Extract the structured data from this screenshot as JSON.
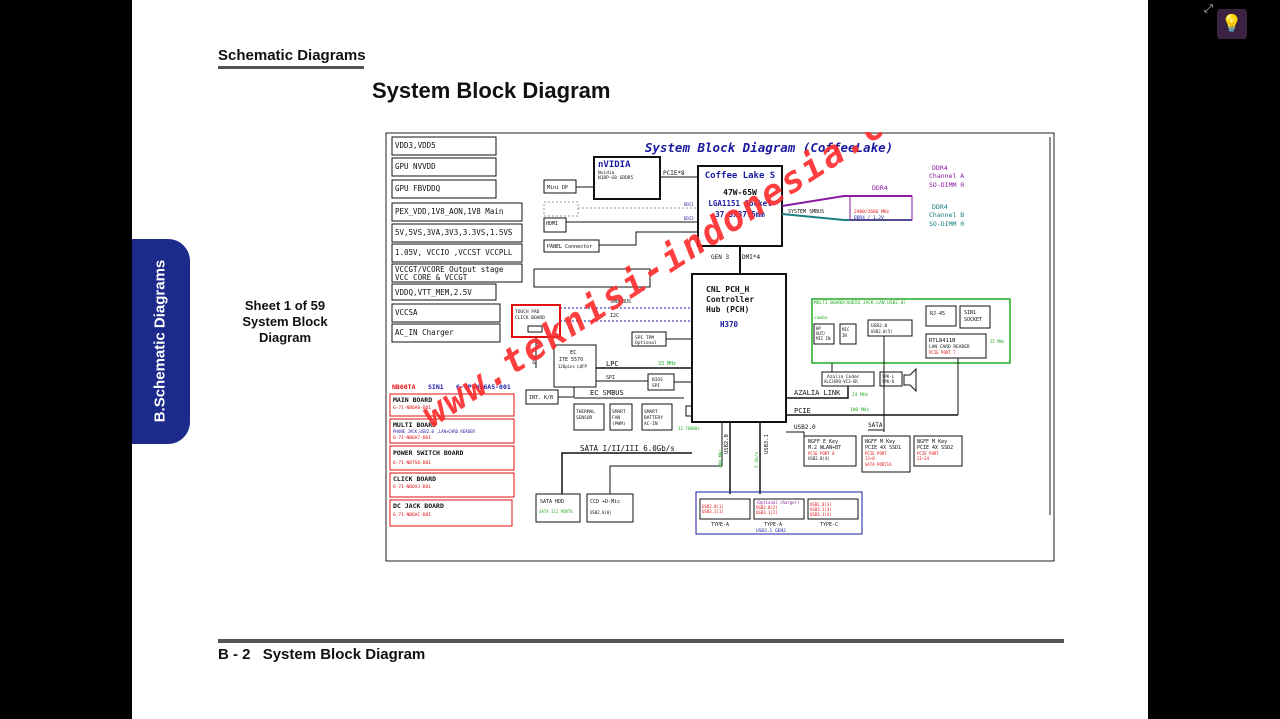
{
  "header": {
    "section": "Schematic  Diagrams",
    "title": "System Block Diagram"
  },
  "side_tab": {
    "label": "B.Schematic Diagrams"
  },
  "sheet_label": {
    "line1": "Sheet 1 of 59",
    "line2": "System Block",
    "line3": "Diagram"
  },
  "footer": {
    "page": "B - 2",
    "title": "System Block Diagram"
  },
  "toolbar": {
    "expand_icon": "expand-icon",
    "bulb_icon": "lightbulb-icon"
  },
  "diagram": {
    "title": "System Block Diagram (CoffeeLake)",
    "watermark": "www.teknisi-indonesia.com",
    "power_rails": [
      "VDD3,VDD5",
      "GPU NVVDD",
      "GPU FBVDDQ",
      "PEX_VDD,1V8_AON,1V8 Main",
      "5V,5VS,3VA,3V3,3.3VS,1.5VS",
      "1.05V, VCCIO ,VCCST VCCPLL",
      "VCCGT/VCORE Output stage",
      "VCC_CORE & VCCGT",
      "VDDQ,VTT_MEM,2.5V",
      "VCCSA",
      "AC_IN Charger"
    ],
    "model": {
      "name": "NB60TA",
      "sin": "SIN1",
      "pn": "6-7P-NB6A5-001"
    },
    "boards": [
      {
        "name": "MAIN BOARD",
        "pn": "6-71-NB6A0-D01",
        "sub": ""
      },
      {
        "name": "MULTI BOARD",
        "sub": "PHONE JACK,USB2.0 ,LAN+CARD READER",
        "pn": "6-71-NB6A7-D01"
      },
      {
        "name": "POWER SWITCH BOARD",
        "pn": "6-71-NB7S0-D01",
        "sub": ""
      },
      {
        "name": "CLICK BOARD",
        "pn": "6-71-NB6AJ-D01",
        "sub": ""
      },
      {
        "name": "DC JACK BOARD",
        "pn": "6-71-NB6AC-D01",
        "sub": ""
      }
    ],
    "cpu": {
      "line1": "Coffee Lake S",
      "line2": "47W-65W",
      "line3": "LGA1151 Socket",
      "line4": "37.5x37.5mm"
    },
    "pch": {
      "line1": "CNL PCH_H",
      "line2": "Controller",
      "line3": "Hub (PCH)",
      "line4": "H370"
    },
    "gpu": {
      "name": "nVIDIA",
      "sub1": "Nvidia",
      "sub2": "N18P-G0 GDDR5"
    },
    "ddr": {
      "a1": "DDR4",
      "a2": "Channel A",
      "a3": "SO-DIMM 0",
      "b1": "DDR4",
      "b2": "Channel B",
      "b3": "SO-DIMM 0",
      "bus": "DDR4",
      "speed": "2400/2666 MHz",
      "volt": "DDR4 / 1.2V"
    },
    "labels": {
      "pcie8": "PCIE*8",
      "system_smbus": "SYSTEM SMBUS",
      "gen3": "GEN 3",
      "dmi": "DMI*4",
      "mini_dp": "Mini DP",
      "hdmi": "HDMI",
      "panel": "PANEL Connector",
      "ddi1": "DDI1",
      "ddi2": "DDI2",
      "smb_bus": "SMB BUS",
      "i2c": "I2C",
      "touchpad1": "TOUCH PAD",
      "touchpad2": "CLICK BOARD",
      "ps2": "PS2",
      "ec1": "EC",
      "ec2": "ITE 5570",
      "ec3": "128pins LQFP",
      "lpc": "LPC",
      "mhz33": "33 MHz",
      "spi_tpm1": "SPI TPM",
      "spi_tpm2": "Optional",
      "spi": "SPI",
      "bios1": "BIOS",
      "bios2": "SPI",
      "int_kb": "INT. K/B",
      "ec_smbus": "EC SMBUS",
      "thermal1": "THERMAL",
      "thermal2": "SENSOR",
      "fan1": "SMART",
      "fan2": "FAN",
      "fan3": "(PWM)",
      "batt1": "SMART",
      "batt2": "BATTERY",
      "batt3": "AC-IN",
      "khz": "32.768KHz",
      "sata_bus": "SATA I/II/III 6.0Gb/s",
      "usb20": "USB2.0",
      "usb31": "USB3.1",
      "mhz480": "480 MHz",
      "gbs5": "5 Gb/s",
      "sata_hdd1": "SATA HDD",
      "sata_hdd2": "SATA III PORT4",
      "ccd1": "CCD +D-Mic",
      "ccd2": "USB2.0(8)",
      "multi_title": "MULTI BOARD(AUDIO JACK,LAN,USB2.0)",
      "combo": "combo",
      "hp1": "HP",
      "hp2": "OUT/",
      "hp3": "MIC IN",
      "mic1": "MIC",
      "mic2": "IN",
      "usb20_box1": "USB2.0",
      "usb20_box2": "USB2.0(5)",
      "rj45": "RJ-45",
      "sin1a": "SIN1",
      "sin1b": "SOCKET",
      "rtl1": "RTL8411B",
      "rtl2": "LAN CARD READER",
      "rtl3": "PCIE PORT 7",
      "mhz25": "25 MHz",
      "codec1": "Azalia Codec",
      "codec2": "ALC269Q-VC3-GR",
      "spk1": "SPK-L",
      "spk2": "SPK-R",
      "azalia": "AZALIA LINK",
      "mhz24": "24 MHz",
      "pcie": "PCIE",
      "mhz100": "100 MHz",
      "usb20b": "USB2.0",
      "sata": "SATA",
      "m2a1": "NGFF E Key",
      "m2a2": "M.2 WLAN+BT",
      "m2a3": "PCIE PORT 8",
      "m2a4": "USB2.0(4)",
      "m2b1": "NGFF M Key",
      "m2b2": "PCIE 4X SSD1",
      "m2b3": "PCIE PORT",
      "m2b4": "13~8",
      "m2b5": "SATA PORT1A",
      "m2c1": "NGFF M Key",
      "m2c2": "PCIE 4X SSD2",
      "m2c3": "PCIE PORT",
      "m2c4": "21~24",
      "typea1": "TYPE-A",
      "typea2": "TYPE-A",
      "typec": "TYPE-C",
      "usb_gen2": "USB3.1 GEN2",
      "ua1": "USB2.0(1)",
      "ua2": "USB3.1(1)",
      "ub0": "(Optional charger)",
      "ub1": "USB2.0(2)",
      "ub2": "USB3.1(2)",
      "uc1": "USB2.0(3)",
      "uc2": "USB3.1(3)",
      "uc3": "USB3.1(4)"
    }
  },
  "colors": {
    "accent_blue": "#1c2a8c",
    "diagram_blue": "#1a1aa0",
    "diagram_red": "#e01010",
    "green": "#22aa22",
    "purple": "#8a1aa0",
    "teal": "#1a8080",
    "watermark": "#ff2a2a"
  }
}
